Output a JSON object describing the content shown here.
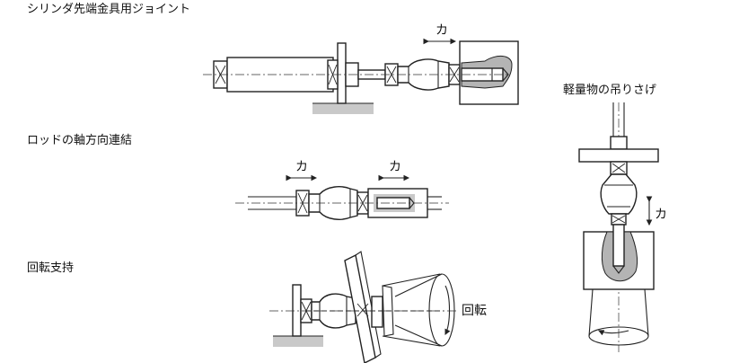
{
  "diagram": {
    "sections": [
      {
        "id": "cylinder",
        "title": "シリンダ先端金具用ジョイント"
      },
      {
        "id": "rod",
        "title": "ロッドの軸方向連結"
      },
      {
        "id": "rotation",
        "title": "回転支持"
      },
      {
        "id": "suspension",
        "title": "軽量物の吊りさげ"
      }
    ],
    "force_label": "カ",
    "rotation_label": "回転"
  }
}
